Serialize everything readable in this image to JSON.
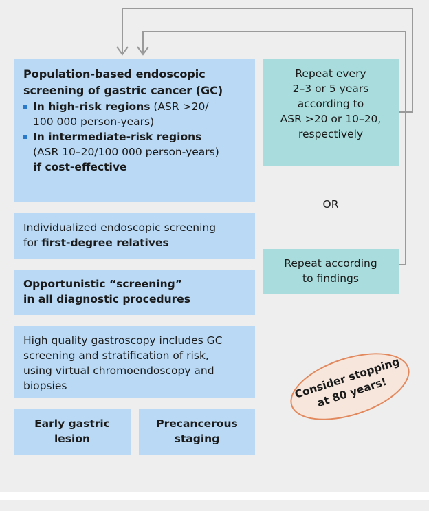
{
  "population": {
    "title_line1": "Population-based endoscopic",
    "title_line2": "screening of gastric cancer (GC)",
    "bullet1_bold": "In high-risk regions",
    "bullet1_rest1": " (ASR >20/",
    "bullet1_rest2": "100 000 person-years)",
    "bullet2_bold": "In intermediate-risk regions",
    "bullet2_rest": "(ASR 10–20/100 000 person-years)",
    "bullet2_condition": "if cost-effective"
  },
  "relatives": {
    "line1": "Individualized endoscopic screening",
    "line2_prefix": "for ",
    "line2_bold": "first-degree relatives"
  },
  "opportunistic": {
    "line1": "Opportunistic “screening”",
    "line2": "in all diagnostic procedures"
  },
  "quality": {
    "line1": "High quality gastroscopy includes GC",
    "line2": "screening and stratification of risk,",
    "line3": "using virtual chromoendoscopy and",
    "line4": "biopsies"
  },
  "early_lesion": {
    "line1": "Early gastric",
    "line2": "lesion"
  },
  "precancerous": {
    "line1": "Precancerous",
    "line2": "staging"
  },
  "repeat_asr": {
    "line1": "Repeat every",
    "line2": "2–3 or 5 years",
    "line3": "according to",
    "line4": "ASR >20 or 10–20,",
    "line5": "respectively"
  },
  "or_label": "OR",
  "repeat_findings": {
    "line1": "Repeat according",
    "line2": "to findings"
  },
  "stop_badge": {
    "line1": "Consider stopping",
    "line2": "at 80 years!"
  },
  "colors": {
    "box_blue": "#b9d9f4",
    "box_teal": "#a9dcdc",
    "bullet": "#2a78c8",
    "badge_border": "#e2885c",
    "arrow": "#9a9a9a"
  }
}
